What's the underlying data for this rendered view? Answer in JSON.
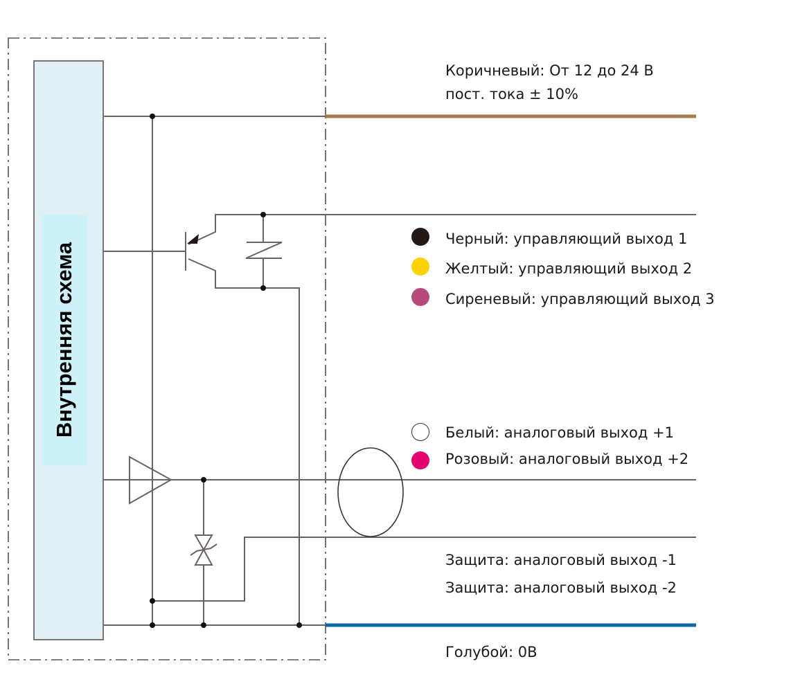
{
  "block": {
    "label": "Внутренняя схема"
  },
  "colors": {
    "wire_brown": "#a8784f",
    "wire_blue": "#0a68a8",
    "wire_gray": "#6b6262",
    "block_fill": "#e0f0f5",
    "label_fill": "#cdf2f8",
    "black_dot": "#231815",
    "yellow_dot": "#ffd200",
    "lilac_dot": "#b84a7b",
    "pink_dot": "#e4006f"
  },
  "wires": {
    "brown": {
      "line1": "Коричневый: От 12 до 24 В",
      "line2": "пост. тока ± 10%"
    },
    "control_outputs": [
      {
        "color_key": "black_dot",
        "label": "Черный: управляющий выход 1"
      },
      {
        "color_key": "yellow_dot",
        "label": "Желтый: управляющий выход 2"
      },
      {
        "color_key": "lilac_dot",
        "label": "Сиреневый: управляющий выход 3"
      }
    ],
    "analog_outputs": [
      {
        "color_key": "white",
        "label": "Белый:  аналоговый выход +1"
      },
      {
        "color_key": "pink_dot",
        "label": "Розовый: аналоговый выход +2"
      }
    ],
    "shield": {
      "line1": "Защита:  аналоговый выход -1",
      "line2": "Защита: аналоговый выход -2"
    },
    "blue": {
      "label": "Голубой: 0В"
    }
  }
}
